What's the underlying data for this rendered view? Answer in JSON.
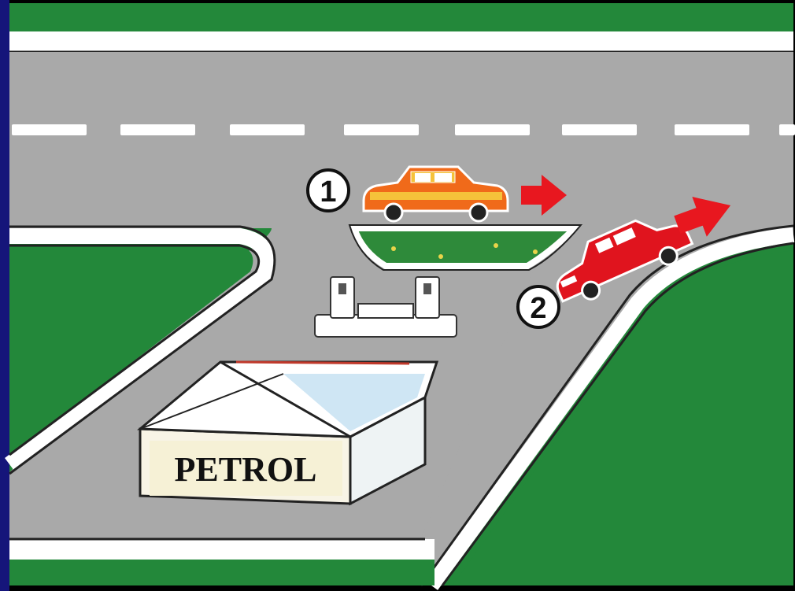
{
  "scene": {
    "description_label": "road-exit-from-petrol-station",
    "colors": {
      "frame": "#000000",
      "frame_edge": "#1a1a8a",
      "grass": "#23883a",
      "road": "#a9a9a9",
      "marking": "#ffffff",
      "curb_dark": "#1a1a1a",
      "car1_body": "#f06a1a",
      "car1_roof": "#f5c23a",
      "car2_body": "#e0141e",
      "arrow": "#e8171f",
      "building_wall": "#f8f4e6",
      "building_roof": "#cfe6f4",
      "sign_bg": "#f6f1d6",
      "island_grass": "#2e8a3a"
    },
    "sign": {
      "text": "PETROL"
    },
    "markers": [
      {
        "id": "car-1",
        "label": "1"
      },
      {
        "id": "car-2",
        "label": "2"
      }
    ],
    "icons": [
      "car-icon",
      "arrow-right-icon",
      "fuel-pump-icon",
      "building-icon"
    ]
  }
}
